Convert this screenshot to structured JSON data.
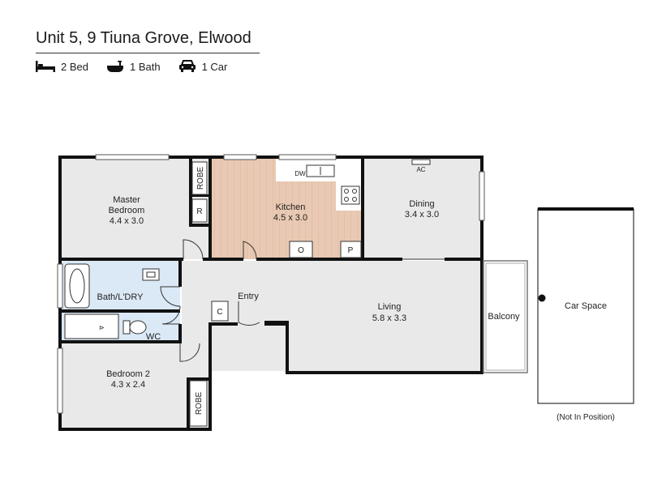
{
  "header": {
    "title": "Unit 5, 9 Tiuna Grove, Elwood",
    "features": [
      {
        "icon": "bed-icon",
        "label": "2 Bed"
      },
      {
        "icon": "bathtub-icon",
        "label": "1 Bath"
      },
      {
        "icon": "car-icon",
        "label": "1 Car"
      }
    ]
  },
  "rooms": {
    "master": {
      "name_line1": "Master",
      "name_line2": "Bedroom",
      "dims": "4.4 x 3.0"
    },
    "kitchen": {
      "name": "Kitchen",
      "dims": "4.5 x 3.0"
    },
    "dining": {
      "name": "Dining",
      "dims": "3.4 x 3.0"
    },
    "living": {
      "name": "Living",
      "dims": "5.8 x 3.3"
    },
    "bedroom2": {
      "name": "Bedroom 2",
      "dims": "4.3 x 2.4"
    },
    "bath": {
      "name": "Bath/L'DRY"
    },
    "wc": {
      "name": "WC"
    },
    "entry": {
      "name": "Entry"
    },
    "balcony": {
      "name": "Balcony"
    }
  },
  "fixtures": {
    "robe1": "ROBE",
    "robe2": "ROBE",
    "r": "R",
    "c": "C",
    "o": "O",
    "p": "P",
    "dw": "DW",
    "ac": "AC"
  },
  "car_space": {
    "label": "Car Space",
    "note": "(Not In Position)"
  },
  "colors": {
    "wall": "#111111",
    "floor": "#e9e9e9",
    "kitchen_floor": "#e9c9b3",
    "wet_area": "#dbe9f6"
  }
}
